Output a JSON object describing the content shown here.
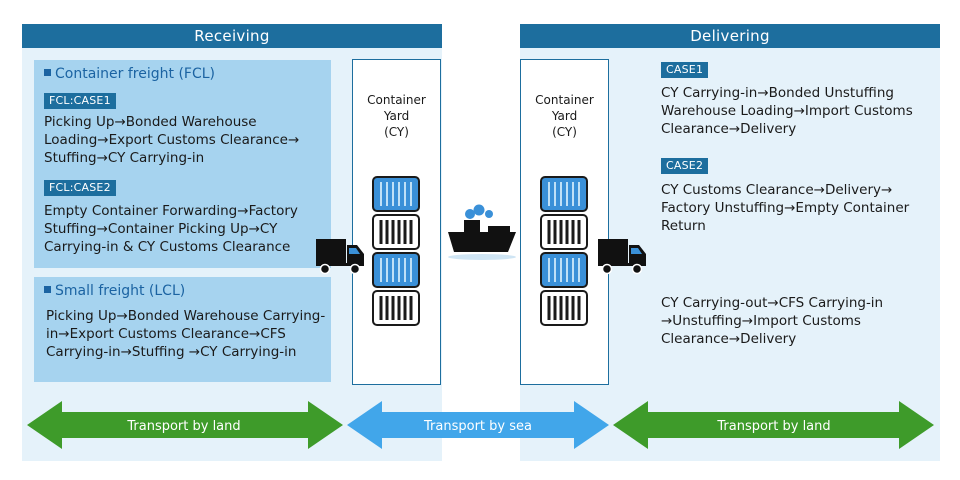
{
  "receiving": {
    "title": "Receiving",
    "fcl": {
      "title": "Container freight (FCL)",
      "case1_label": "FCL:CASE1",
      "case1_text": "Picking Up→Bonded Warehouse Loading→Export Customs Clearance→ Stuffing→CY Carrying-in",
      "case2_label": "FCL:CASE2",
      "case2_text": "Empty Container Forwarding→Factory Stuffing→Container Picking Up→CY Carrying-in & CY Customs Clearance"
    },
    "lcl": {
      "title": "Small freight (LCL)",
      "text": "Picking Up→Bonded Warehouse Carrying-in→Export Customs Clearance→CFS Carrying-in→Stuffing →CY Carrying-in"
    }
  },
  "delivering": {
    "title": "Delivering",
    "case1_label": "CASE1",
    "case1_text": "CY Carrying-in→Bonded Unstuffing Warehouse Loading→Import Customs Clearance→Delivery",
    "case2_label": "CASE2",
    "case2_text": "CY Customs Clearance→Delivery→ Factory Unstuffing→Empty Container Return",
    "lcl_text": "CY Carrying-out→CFS Carrying-in →Unstuffing→Import Customs Clearance→Delivery"
  },
  "yard": {
    "label": "Container\nYard\n(CY)"
  },
  "transport": {
    "land_left": "Transport by land",
    "sea": "Transport by sea",
    "land_right": "Transport by land"
  },
  "colors": {
    "header": "#1d6e9e",
    "panel_bg": "#e5f2fa",
    "box_bg": "#a6d3ef",
    "land_arrow": "#3e9b2a",
    "sea_arrow": "#41a6ea",
    "container_blue": "#3a90d8"
  }
}
